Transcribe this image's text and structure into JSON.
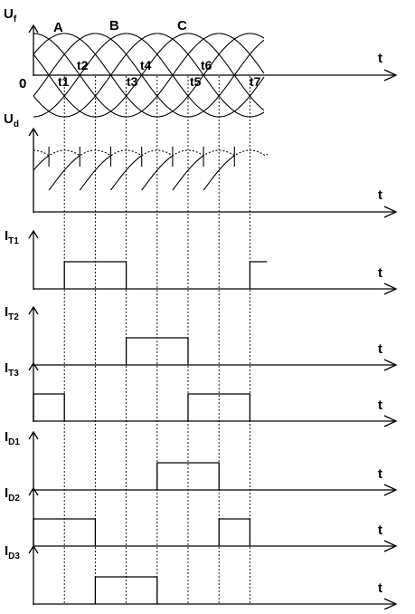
{
  "voltage_panel": {
    "y_label": "U",
    "y_sub": "f",
    "origin": "0",
    "phases": [
      "A",
      "B",
      "C"
    ],
    "times": [
      "t1",
      "t2",
      "t3",
      "t4",
      "t5",
      "t6",
      "t7"
    ]
  },
  "output_panel": {
    "y_label": "U",
    "y_sub": "d"
  },
  "current_panels": [
    {
      "id": "T1",
      "label": "I",
      "sub": "T1",
      "on": [
        [
          1,
          3
        ],
        [
          7,
          7.55
        ]
      ]
    },
    {
      "id": "T2",
      "label": "I",
      "sub": "T2",
      "on": [
        [
          3,
          5
        ]
      ]
    },
    {
      "id": "T3",
      "label": "I",
      "sub": "T3",
      "on": [
        [
          0,
          1
        ],
        [
          5,
          7
        ]
      ]
    },
    {
      "id": "D1",
      "label": "I",
      "sub": "D1",
      "on": [
        [
          4,
          6
        ]
      ]
    },
    {
      "id": "D2",
      "label": "I",
      "sub": "D2",
      "on": [
        [
          0,
          2
        ],
        [
          6,
          7
        ]
      ]
    },
    {
      "id": "D3",
      "label": "I",
      "sub": "D3",
      "on": [
        [
          2,
          4
        ]
      ]
    }
  ],
  "axis_label": "t"
}
